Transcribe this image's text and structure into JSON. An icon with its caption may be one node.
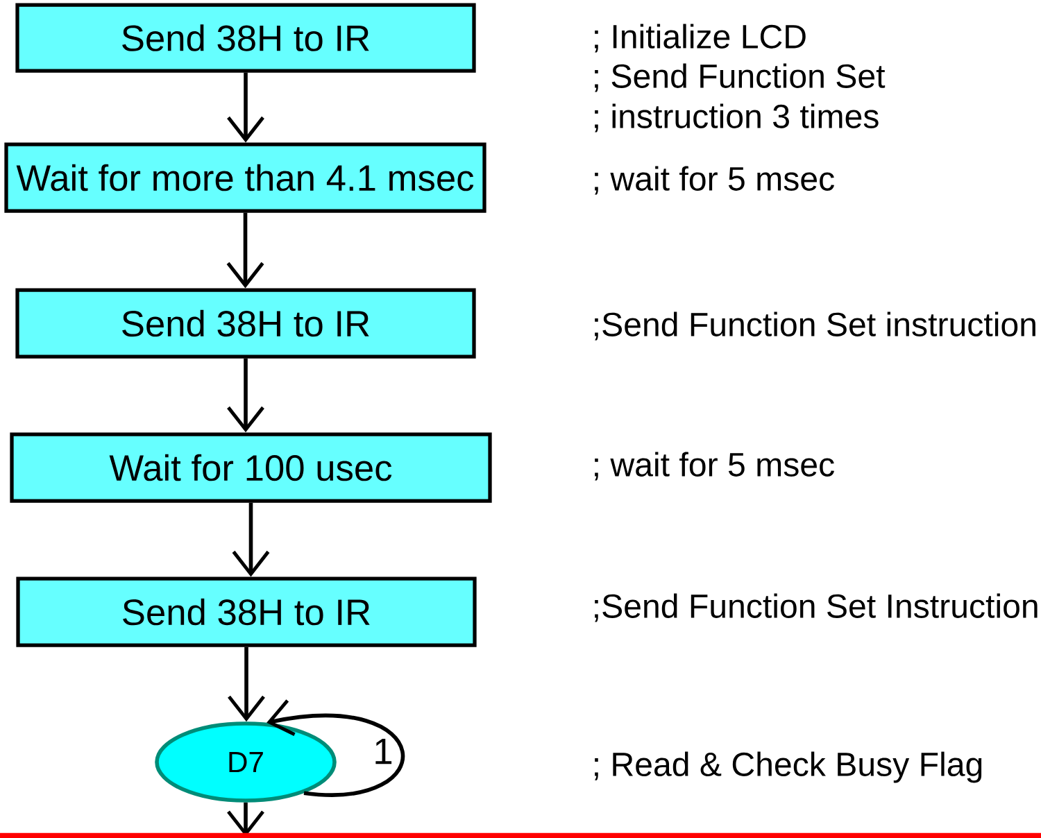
{
  "diagram": {
    "nodes": [
      {
        "text": [
          "Send 38H to IR"
        ]
      },
      {
        "text": [
          "Wait for more than 4.1 msec"
        ]
      },
      {
        "text": [
          "Send 38H to IR"
        ]
      },
      {
        "text": [
          "Wait for 100 usec"
        ]
      },
      {
        "text": [
          "Send 38H to IR"
        ]
      },
      {
        "text": [
          "D7"
        ]
      }
    ],
    "edges": [
      {
        "from": 0,
        "to": 1,
        "arrow": "to"
      },
      {
        "from": 1,
        "to": 2,
        "arrow": "to"
      },
      {
        "from": 2,
        "to": 3,
        "arrow": "to"
      },
      {
        "from": 3,
        "to": 4,
        "arrow": "to"
      },
      {
        "from": 4,
        "to": 5,
        "arrow": "to"
      },
      {
        "from": 5,
        "to": 5,
        "arrow": "to",
        "label": "1"
      },
      {
        "from": 5,
        "to": null,
        "arrow": "to"
      }
    ],
    "labels": [
      "; Initialize LCD",
      "; Send Function Set",
      "; instruction 3 times",
      "; wait for 5 msec",
      ";Send Function Set instruction",
      "; wait for 5 msec",
      ";Send Function Set Instruction",
      "; Read & Check Busy Flag"
    ]
  }
}
